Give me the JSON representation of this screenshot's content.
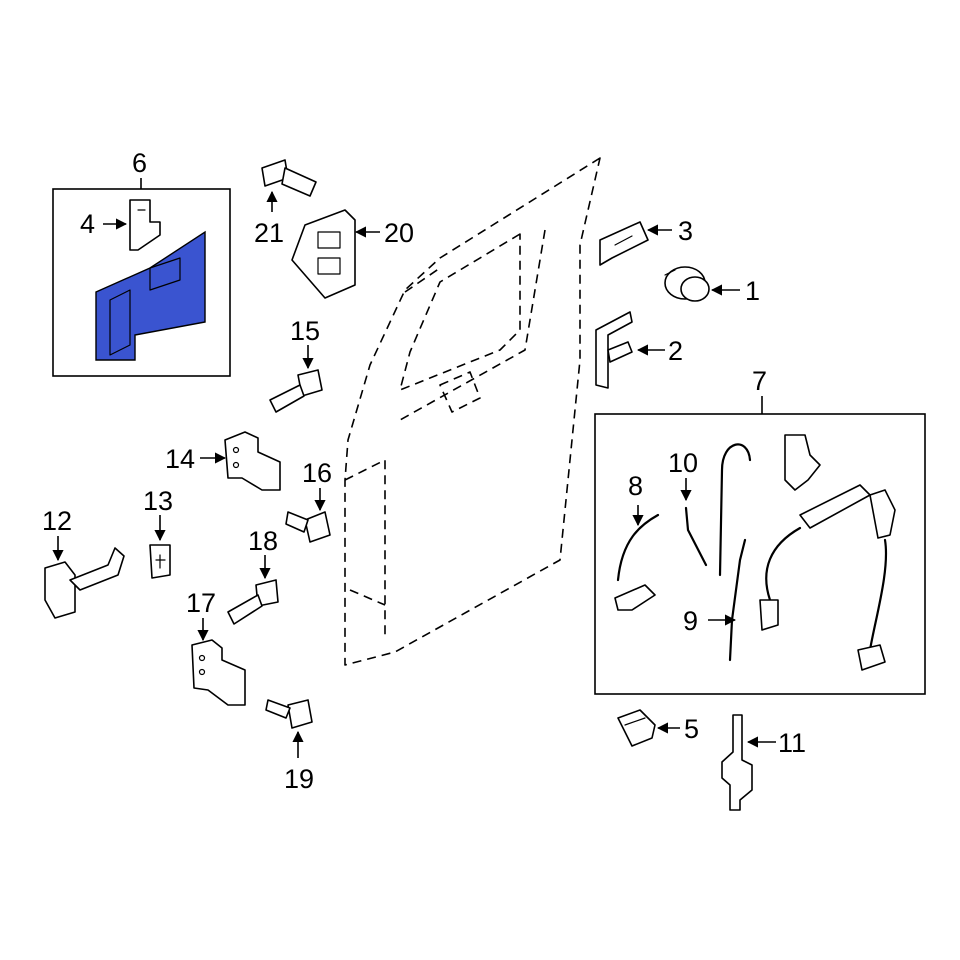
{
  "colors": {
    "highlight": "#3a54d0",
    "line": "#000000",
    "background": "#ffffff"
  },
  "callouts": {
    "c1": "1",
    "c2": "2",
    "c3": "3",
    "c4": "4",
    "c5": "5",
    "c6": "6",
    "c7": "7",
    "c8": "8",
    "c9": "9",
    "c10": "10",
    "c11": "11",
    "c12": "12",
    "c13": "13",
    "c14": "14",
    "c15": "15",
    "c16": "16",
    "c17": "17",
    "c18": "18",
    "c19": "19",
    "c20": "20",
    "c21": "21"
  }
}
